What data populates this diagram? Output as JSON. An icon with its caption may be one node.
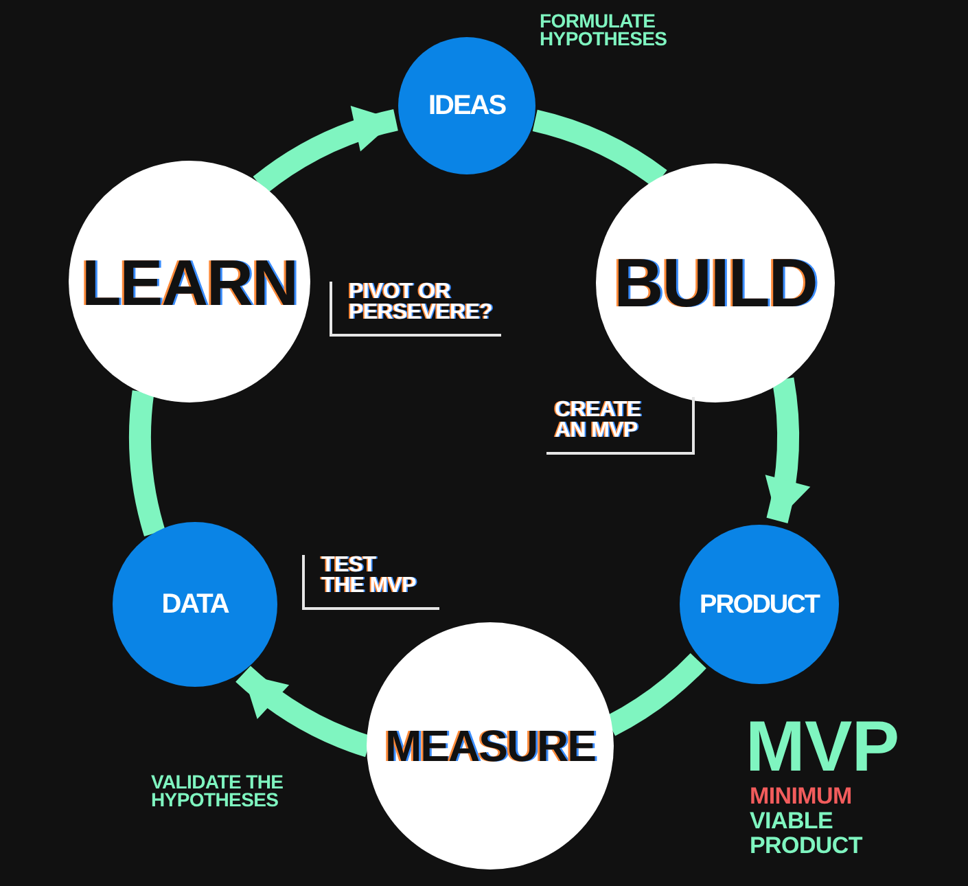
{
  "diagram": {
    "nodes": [
      {
        "text": [
          "IDEAS"
        ]
      },
      {
        "text": [
          "BUILD"
        ]
      },
      {
        "text": [
          "PRODUCT"
        ]
      },
      {
        "text": [
          "MEASURE"
        ]
      },
      {
        "text": [
          "DATA"
        ]
      },
      {
        "text": [
          "LEARN"
        ]
      }
    ],
    "edges": [
      {
        "from": 0,
        "to": 1,
        "arrow": "none"
      },
      {
        "from": 1,
        "to": 2,
        "arrow": "to"
      },
      {
        "from": 2,
        "to": 3,
        "arrow": "none"
      },
      {
        "from": 3,
        "to": 4,
        "arrow": "to"
      },
      {
        "from": 4,
        "to": 5,
        "arrow": "none"
      },
      {
        "from": 5,
        "to": 0,
        "arrow": "to"
      }
    ],
    "labels": [
      "FORMULATE HYPOTHESES",
      "PIVOT OR PERSEVERE?",
      "CREATE AN MVP",
      "TEST THE MVP",
      "MVP",
      "VALIDATE THE HYPOTHESES",
      "MINIMUM",
      "VIABLE",
      "PRODUCT"
    ]
  }
}
